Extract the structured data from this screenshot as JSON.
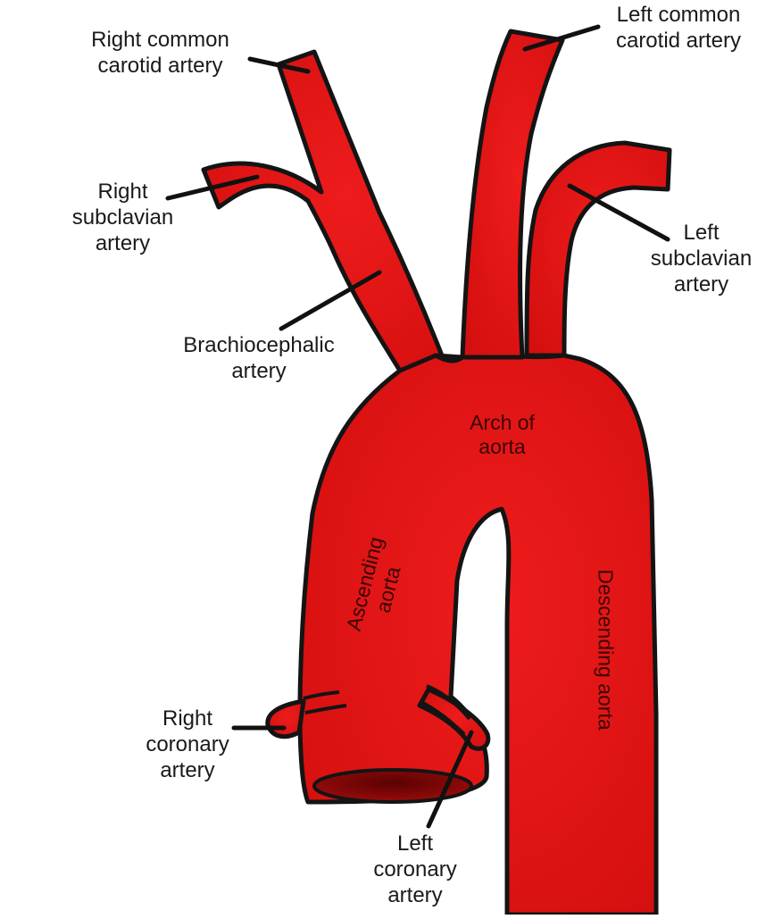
{
  "diagram": {
    "colors": {
      "vessel": "#e11414",
      "vessel_dark": "#a80c0c",
      "outline": "#141414",
      "leader": "#111111",
      "text": "#1a1a1a",
      "inner_text": "#3a0505"
    },
    "labels": {
      "right_common_carotid": [
        "Right common",
        "carotid artery"
      ],
      "left_common_carotid": [
        "Left common",
        "carotid artery"
      ],
      "right_subclavian": [
        "Right",
        "subclavian",
        "artery"
      ],
      "left_subclavian": [
        "Left",
        "subclavian",
        "artery"
      ],
      "brachiocephalic": [
        "Brachiocephalic",
        "artery"
      ],
      "arch_of_aorta": [
        "Arch of",
        "aorta"
      ],
      "ascending_aorta": [
        "Ascending",
        "aorta"
      ],
      "descending_aorta": "Descending aorta",
      "right_coronary": [
        "Right",
        "coronary",
        "artery"
      ],
      "left_coronary": [
        "Left",
        "coronary",
        "artery"
      ]
    }
  }
}
